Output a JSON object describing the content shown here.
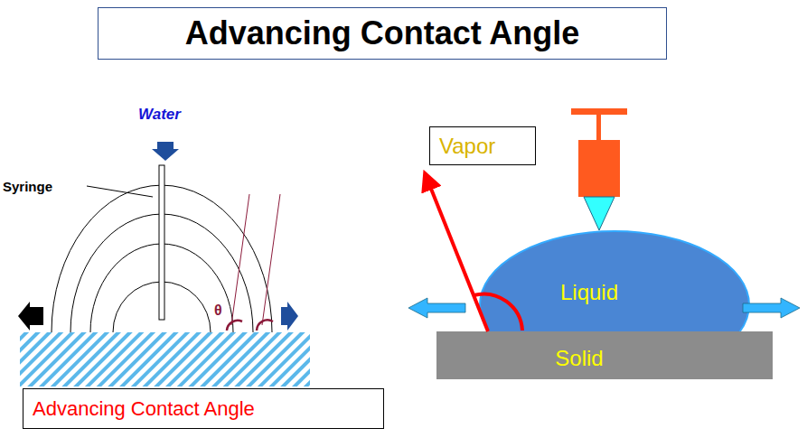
{
  "diagram": {
    "title": "Advancing Contact Angle",
    "nodes": [
      {
        "text": [
          "Vapor"
        ]
      },
      {
        "text": [
          "Liquid"
        ]
      },
      {
        "text": [
          "Solid"
        ]
      },
      {
        "text": [
          "Advancing Contact Angle"
        ]
      }
    ],
    "labels": [
      "Water",
      "Syringe",
      "θ"
    ]
  }
}
